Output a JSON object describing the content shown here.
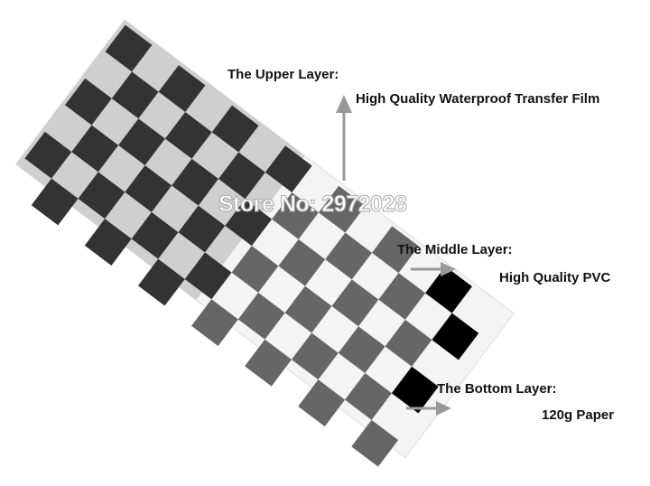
{
  "watermark": "Store No: 2972028",
  "layers": {
    "upper": {
      "title": "The Upper Layer:",
      "material": "High Quality Waterproof Transfer Film"
    },
    "middle": {
      "title": "The Middle Layer:",
      "material": "High Quality PVC"
    },
    "bottom": {
      "title": "The Bottom Layer:",
      "material": "120g Paper"
    }
  },
  "colors": {
    "arrow": "#999999",
    "dark": "#333333",
    "mid": "#666666",
    "black": "#000000"
  }
}
